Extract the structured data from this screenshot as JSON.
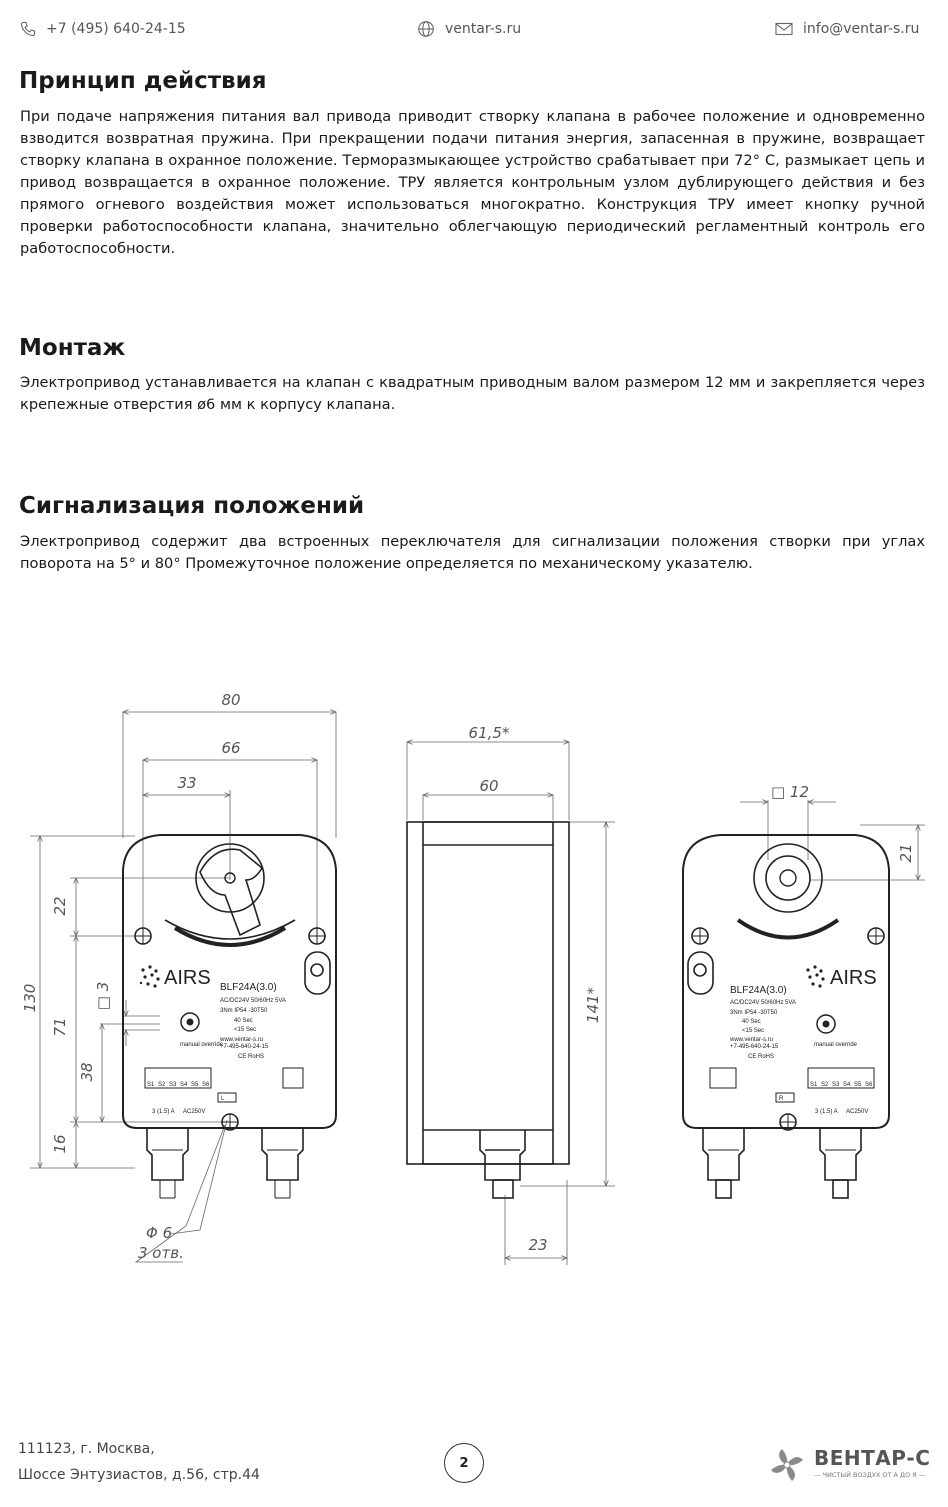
{
  "header": {
    "phone": "+7 (495) 640-24-15",
    "site": "ventar-s.ru",
    "email": "info@ventar-s.ru"
  },
  "sections": {
    "principle": {
      "title": "Принцип действия",
      "text": "При подаче напряжения питания вал привода приводит створку клапана в рабочее положение и одновременно взводится возвратная пружина. При прекращении подачи питания энергия, запасенная в пружине, возвращает створку клапана в охранное положение. Терморазмыкающее устройство срабатывает при 72° С, размыкает цепь и привод возвращается в охранное положение. ТРУ является контрольным узлом дублирующего действия и без прямого огневого воздействия может использоваться многократно. Конструкция ТРУ имеет кнопку ручной проверки работоспособности клапана, значительно облегчающую периодический регламентный контроль его работоспособности."
    },
    "mounting": {
      "title": "Монтаж",
      "text": "Электропривод устанавливается на клапан с квадратным приводным валом размером 12 мм и закрепляется через крепежные отверстия ø6 мм к корпусу клапана."
    },
    "signaling": {
      "title": "Сигнализация положений",
      "text": "Электропривод содержит два встроенных переключателя для сигнализации положения створки при углах поворота на 5° и 80° Промежуточное положение определяется по механическому указателю."
    }
  },
  "drawing": {
    "dims": {
      "w80": "80",
      "w66": "66",
      "w33": "33",
      "h130": "130",
      "h22": "22",
      "h71": "71",
      "h38": "38",
      "h16": "16",
      "sq3": "□ 3",
      "hole": "Φ 6",
      "holes": "3 отв.",
      "w615": "61,5*",
      "w60": "60",
      "h141": "141*",
      "w23": "23",
      "sq12": "□ 12",
      "h21": "21"
    },
    "device": {
      "brand": "AIRS",
      "model": "BLF24A(3.0)",
      "spec1": "AC/DC24V 50/60Hz 5VA",
      "spec2": "3Nm  IP54  -30T50",
      "spec3": "40 Sec",
      "spec4": "<15 Sec",
      "site": "www.ventar-s.ru",
      "phone": "+7-495-640-24-15",
      "cert": "CE RoHS",
      "manual": "manual override",
      "switches": [
        "S1",
        "S2",
        "S3",
        "S4",
        "S5",
        "S6"
      ],
      "rating": "3 (1.5) A",
      "voltage": "AC250V",
      "left_label": "L",
      "right_label": "R"
    }
  },
  "footer": {
    "address_line1": "111123, г. Москва,",
    "address_line2": "Шоссе Энтузиастов, д.56, стр.44",
    "page": "2",
    "brand": "ВЕНТАР-С",
    "tagline": "— ЧИСТЫЙ ВОЗДУХ ОТ А ДО Я —"
  }
}
